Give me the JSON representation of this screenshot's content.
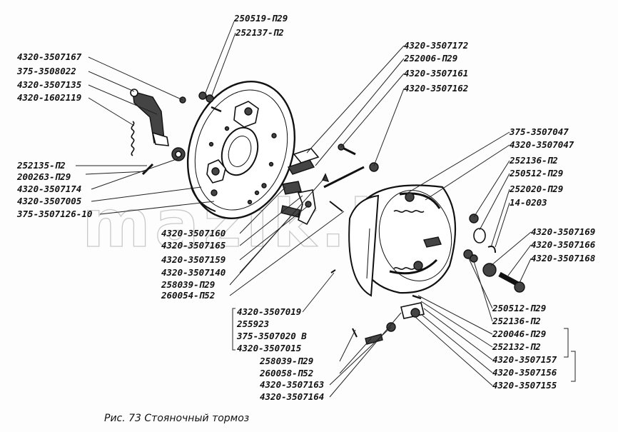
{
  "figure": {
    "caption": "Рис. 73  Стояночный  тормоз",
    "watermark": "mazik.by",
    "labels": [
      {
        "id": "l1",
        "text": "250519-П29"
      },
      {
        "id": "l2",
        "text": "252137-П2"
      },
      {
        "id": "l3",
        "text": "4320-3507167"
      },
      {
        "id": "l4",
        "text": "375-3508022"
      },
      {
        "id": "l5",
        "text": "4320-3507135"
      },
      {
        "id": "l6",
        "text": "4320-1602119"
      },
      {
        "id": "l7",
        "text": "252135-П2"
      },
      {
        "id": "l8",
        "text": "200263-П29"
      },
      {
        "id": "l9",
        "text": "4320-3507174"
      },
      {
        "id": "l10",
        "text": "4320-3507005"
      },
      {
        "id": "l11",
        "text": "375-3507126-10"
      },
      {
        "id": "l12",
        "text": "4320-3507172"
      },
      {
        "id": "l13",
        "text": "252006-П29"
      },
      {
        "id": "l14",
        "text": "4320-3507161"
      },
      {
        "id": "l15",
        "text": "4320-3507162"
      },
      {
        "id": "l16",
        "text": "375-3507047"
      },
      {
        "id": "l17",
        "text": "4320-3507047"
      },
      {
        "id": "l18",
        "text": "252136-П2"
      },
      {
        "id": "l19",
        "text": "250512-П29"
      },
      {
        "id": "l20",
        "text": "252020-П29"
      },
      {
        "id": "l21",
        "text": "14-0203"
      },
      {
        "id": "l22",
        "text": "4320-3507169"
      },
      {
        "id": "l23",
        "text": "4320-3507166"
      },
      {
        "id": "l24",
        "text": "4320-3507168"
      },
      {
        "id": "l25",
        "text": "4320-3507160"
      },
      {
        "id": "l26",
        "text": "4320-3507165"
      },
      {
        "id": "l27",
        "text": "4320-3507159"
      },
      {
        "id": "l28",
        "text": "4320-3507140"
      },
      {
        "id": "l29",
        "text": "258039-П29"
      },
      {
        "id": "l30",
        "text": "260054-П52"
      },
      {
        "id": "l31",
        "text": "4320-3507019"
      },
      {
        "id": "l32",
        "text": "255923"
      },
      {
        "id": "l33",
        "text": "375-3507020 В"
      },
      {
        "id": "l34",
        "text": "4320-3507015"
      },
      {
        "id": "l35",
        "text": "258039-П29"
      },
      {
        "id": "l36",
        "text": "260058-П52"
      },
      {
        "id": "l37",
        "text": "4320-3507163"
      },
      {
        "id": "l38",
        "text": "4320-3507164"
      },
      {
        "id": "l39",
        "text": "250512-П29"
      },
      {
        "id": "l40",
        "text": "252136-П2"
      },
      {
        "id": "l41",
        "text": "220046-П29"
      },
      {
        "id": "l42",
        "text": "252132-П2"
      },
      {
        "id": "l43",
        "text": "4320-3507157"
      },
      {
        "id": "l44",
        "text": "4320-3507156"
      },
      {
        "id": "l45",
        "text": "4320-3507155"
      }
    ]
  }
}
